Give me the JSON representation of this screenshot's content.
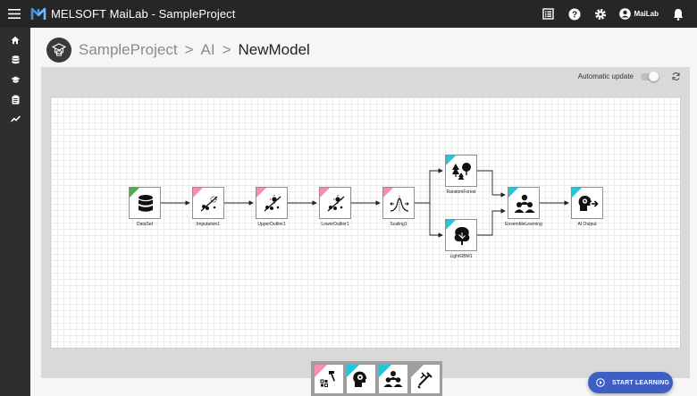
{
  "app": {
    "title": "MELSOFT MaiLab - SampleProject"
  },
  "user": {
    "name": "MaiLab"
  },
  "breadcrumb": {
    "items": [
      "SampleProject",
      "AI",
      "NewModel"
    ],
    "separator": ">"
  },
  "toolbar": {
    "auto_update_label": "Automatic update",
    "auto_update_on": false
  },
  "colors": {
    "preprocess": "#f48fb1",
    "dataset": "#4caf50",
    "model": "#26c6da",
    "start": "#3d5fc4"
  },
  "nodes": {
    "dataset": {
      "label": "DataSet"
    },
    "imputation": {
      "label": "Imputation1"
    },
    "upper_outlier": {
      "label": "UpperOutlier1"
    },
    "lower_outlier": {
      "label": "LowerOutlier1"
    },
    "scaling": {
      "label": "Scaling1"
    },
    "random_forest": {
      "label": "RandomForest"
    },
    "lightgbm": {
      "label": "LightGBM1"
    },
    "ensemble": {
      "label": "EnsembleLearning"
    },
    "ai_output": {
      "label": "AI Output"
    }
  },
  "palette": [
    "preprocess-tool-icon",
    "ai-head-icon",
    "ensemble-people-icon",
    "custom-tool-icon"
  ],
  "start_button": {
    "label": "START LEARNING"
  }
}
